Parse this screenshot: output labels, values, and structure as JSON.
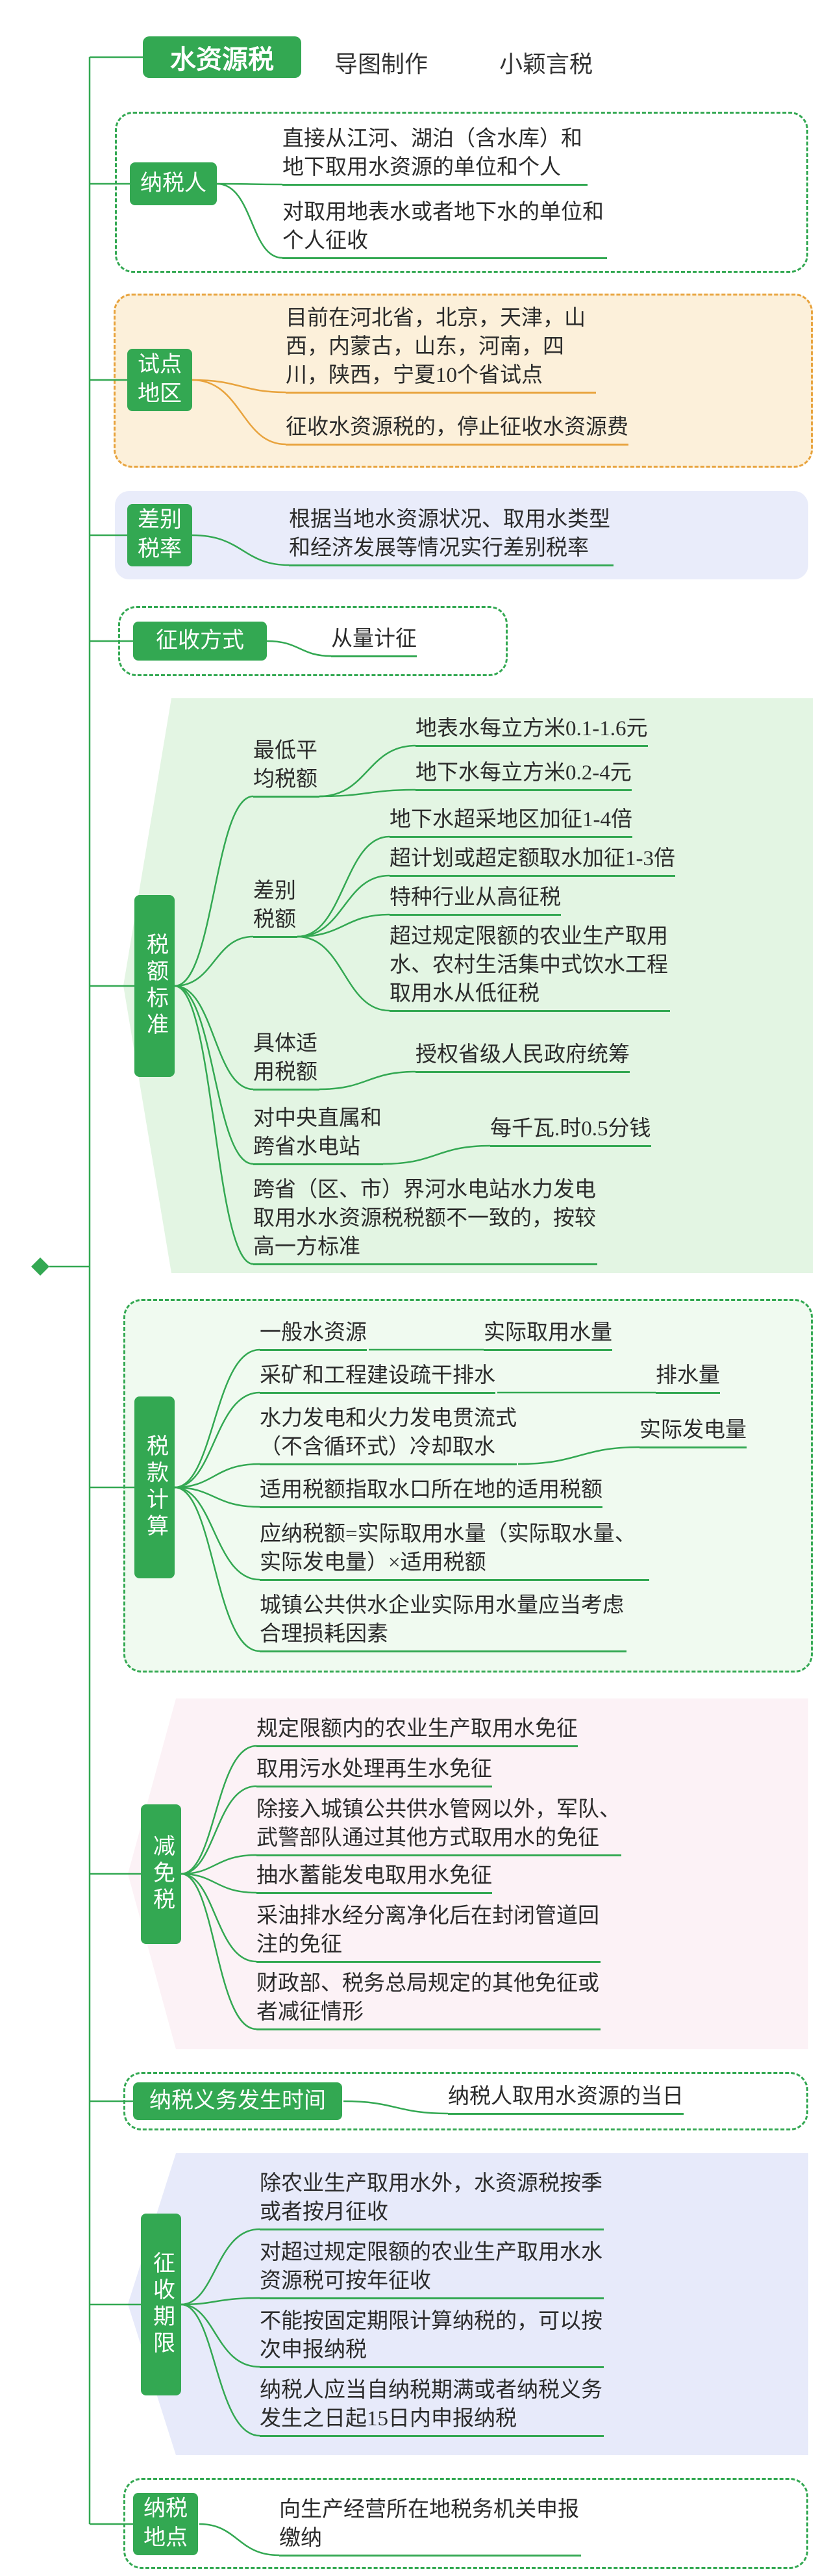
{
  "root": {
    "title": "水资源税"
  },
  "meta": {
    "credit_left": "导图制作",
    "credit_right": "小颖言税"
  },
  "colors": {
    "branch_green": "#33a852",
    "pilot_orange": "#e8a33d",
    "pilot_bg": "#fcf0da",
    "diffrate_bg": "#e9ecfa",
    "standard_bg": "#e3f5e3",
    "calc_bg": "#f0faf0",
    "exemption_bg": "#fcf2f6",
    "period_bg": "#e7eafa"
  },
  "sections": {
    "taxpayer": {
      "label": "纳税人",
      "items": [
        "直接从江河、湖泊（含水库）和地下取用水资源的单位和个人",
        "对取用地表水或者地下水的单位和个人征收"
      ]
    },
    "pilot": {
      "label": "试点地区",
      "items": [
        "目前在河北省，北京，天津，山西，内蒙古，山东，河南，四川，陕西，宁夏10个省试点",
        "征收水资源税的，停止征收水资源费"
      ]
    },
    "diff_rate": {
      "label": "差别税率",
      "items": [
        "根据当地水资源状况、取用水类型和经济发展等情况实行差别税率"
      ]
    },
    "method": {
      "label": "征收方式",
      "items": [
        "从量计征"
      ]
    },
    "standard": {
      "label": "税额标准",
      "groups": [
        {
          "label": "最低平均税额",
          "children": [
            "地表水每立方米0.1-1.6元",
            "地下水每立方米0.2-4元"
          ]
        },
        {
          "label": "差别税额",
          "children": [
            "地下水超采地区加征1-4倍",
            "超计划或超定额取水加征1-3倍",
            "特种行业从高征税",
            "超过规定限额的农业生产取用水、农村生活集中式饮水工程取用水从低征税"
          ]
        },
        {
          "label": "具体适用税额",
          "children": [
            "授权省级人民政府统筹"
          ]
        },
        {
          "label": "对中央直属和跨省水电站",
          "children": [
            "每千瓦.时0.5分钱"
          ]
        }
      ],
      "leaf": "跨省（区、市）界河水电站水力发电取用水水资源税税额不一致的，按较高一方标准"
    },
    "calc": {
      "label": "税款计算",
      "pairs": [
        {
          "name": "一般水资源",
          "value": "实际取用水量"
        },
        {
          "name": "采矿和工程建设疏干排水",
          "value": "排水量"
        },
        {
          "name": "水力发电和火力发电贯流式（不含循环式）冷却取水",
          "value": "实际发电量"
        }
      ],
      "items": [
        "适用税额指取水口所在地的适用税额",
        "应纳税额=实际取用水量（实际取水量、实际发电量）×适用税额",
        "城镇公共供水企业实际用水量应当考虑合理损耗因素"
      ]
    },
    "exemption": {
      "label": "减免税",
      "items": [
        "规定限额内的农业生产取用水免征",
        "取用污水处理再生水免征",
        "除接入城镇公共供水管网以外，军队、武警部队通过其他方式取用水的免征",
        "抽水蓄能发电取用水免征",
        "采油排水经分离净化后在封闭管道回注的免征",
        "财政部、税务总局规定的其他免征或者减征情形"
      ]
    },
    "obligation_time": {
      "label": "纳税义务发生时间",
      "items": [
        "纳税人取用水资源的当日"
      ]
    },
    "period": {
      "label": "征收期限",
      "items": [
        "除农业生产取用水外，水资源税按季或者按月征收",
        "对超过规定限额的农业生产取用水水资源税可按年征收",
        "不能按固定期限计算纳税的，可以按次申报纳税",
        "纳税人应当自纳税期满或者纳税义务发生之日起15日内申报纳税"
      ]
    },
    "place": {
      "label": "纳税地点",
      "items": [
        "向生产经营所在地税务机关申报缴纳"
      ]
    }
  }
}
